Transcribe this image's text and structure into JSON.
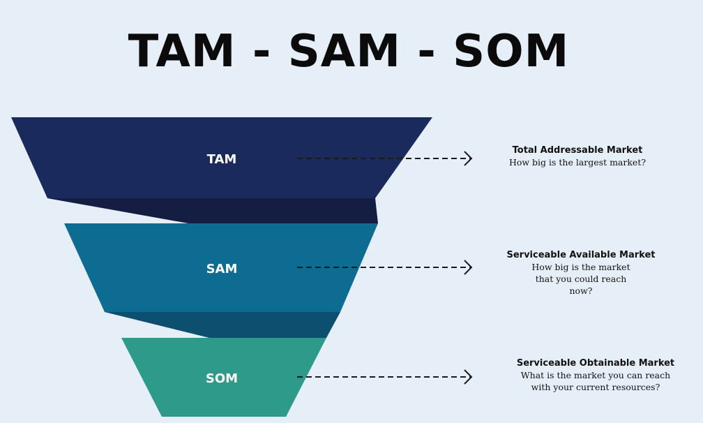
{
  "title": "TAM - SAM - SOM",
  "colors": {
    "background": "#e6eef8",
    "tam": "#1b2a5c",
    "tam_connector": "#141d42",
    "sam": "#0e6b91",
    "sam_connector": "#0c4f6e",
    "som": "#2e9a8a",
    "arrow": "#1a1a1a"
  },
  "tiers": [
    {
      "label": "TAM",
      "heading": "Total Addressable Market",
      "question": "How big is the largest market?"
    },
    {
      "label": "SAM",
      "heading": "Serviceable Available Market",
      "question": "How big is the market that you could reach now?"
    },
    {
      "label": "SOM",
      "heading": "Serviceable Obtainable Market",
      "question": "What is the market you can reach with your current resources?"
    }
  ]
}
